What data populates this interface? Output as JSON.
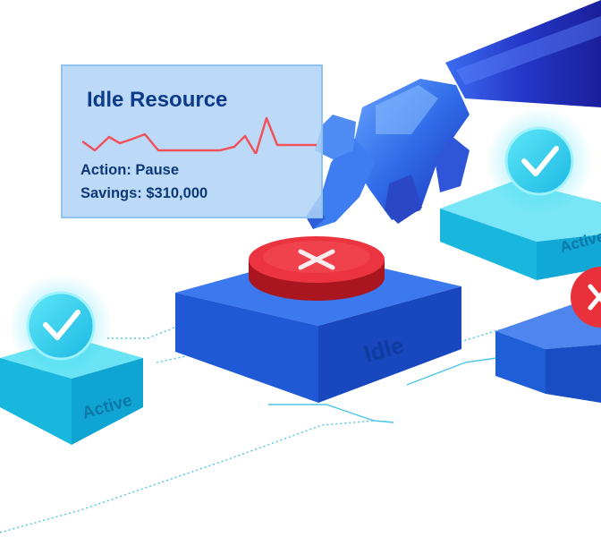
{
  "card": {
    "title": "Idle Resource",
    "action": "Action: Pause",
    "savings": "Savings: $310,000"
  },
  "boxes": {
    "left_label": "Active",
    "center_label": "Idle",
    "right_label": "Active"
  },
  "icons": {
    "left_status": "check-icon",
    "center_button": "close-icon",
    "right_status": "check-icon",
    "right_button": "close-icon"
  },
  "colors": {
    "accent_cyan": "#20d4ee",
    "active_box": "#17b8de",
    "idle_box": "#1f59d6",
    "alert_red": "#e8313a",
    "sparkline": "#f0525b"
  }
}
